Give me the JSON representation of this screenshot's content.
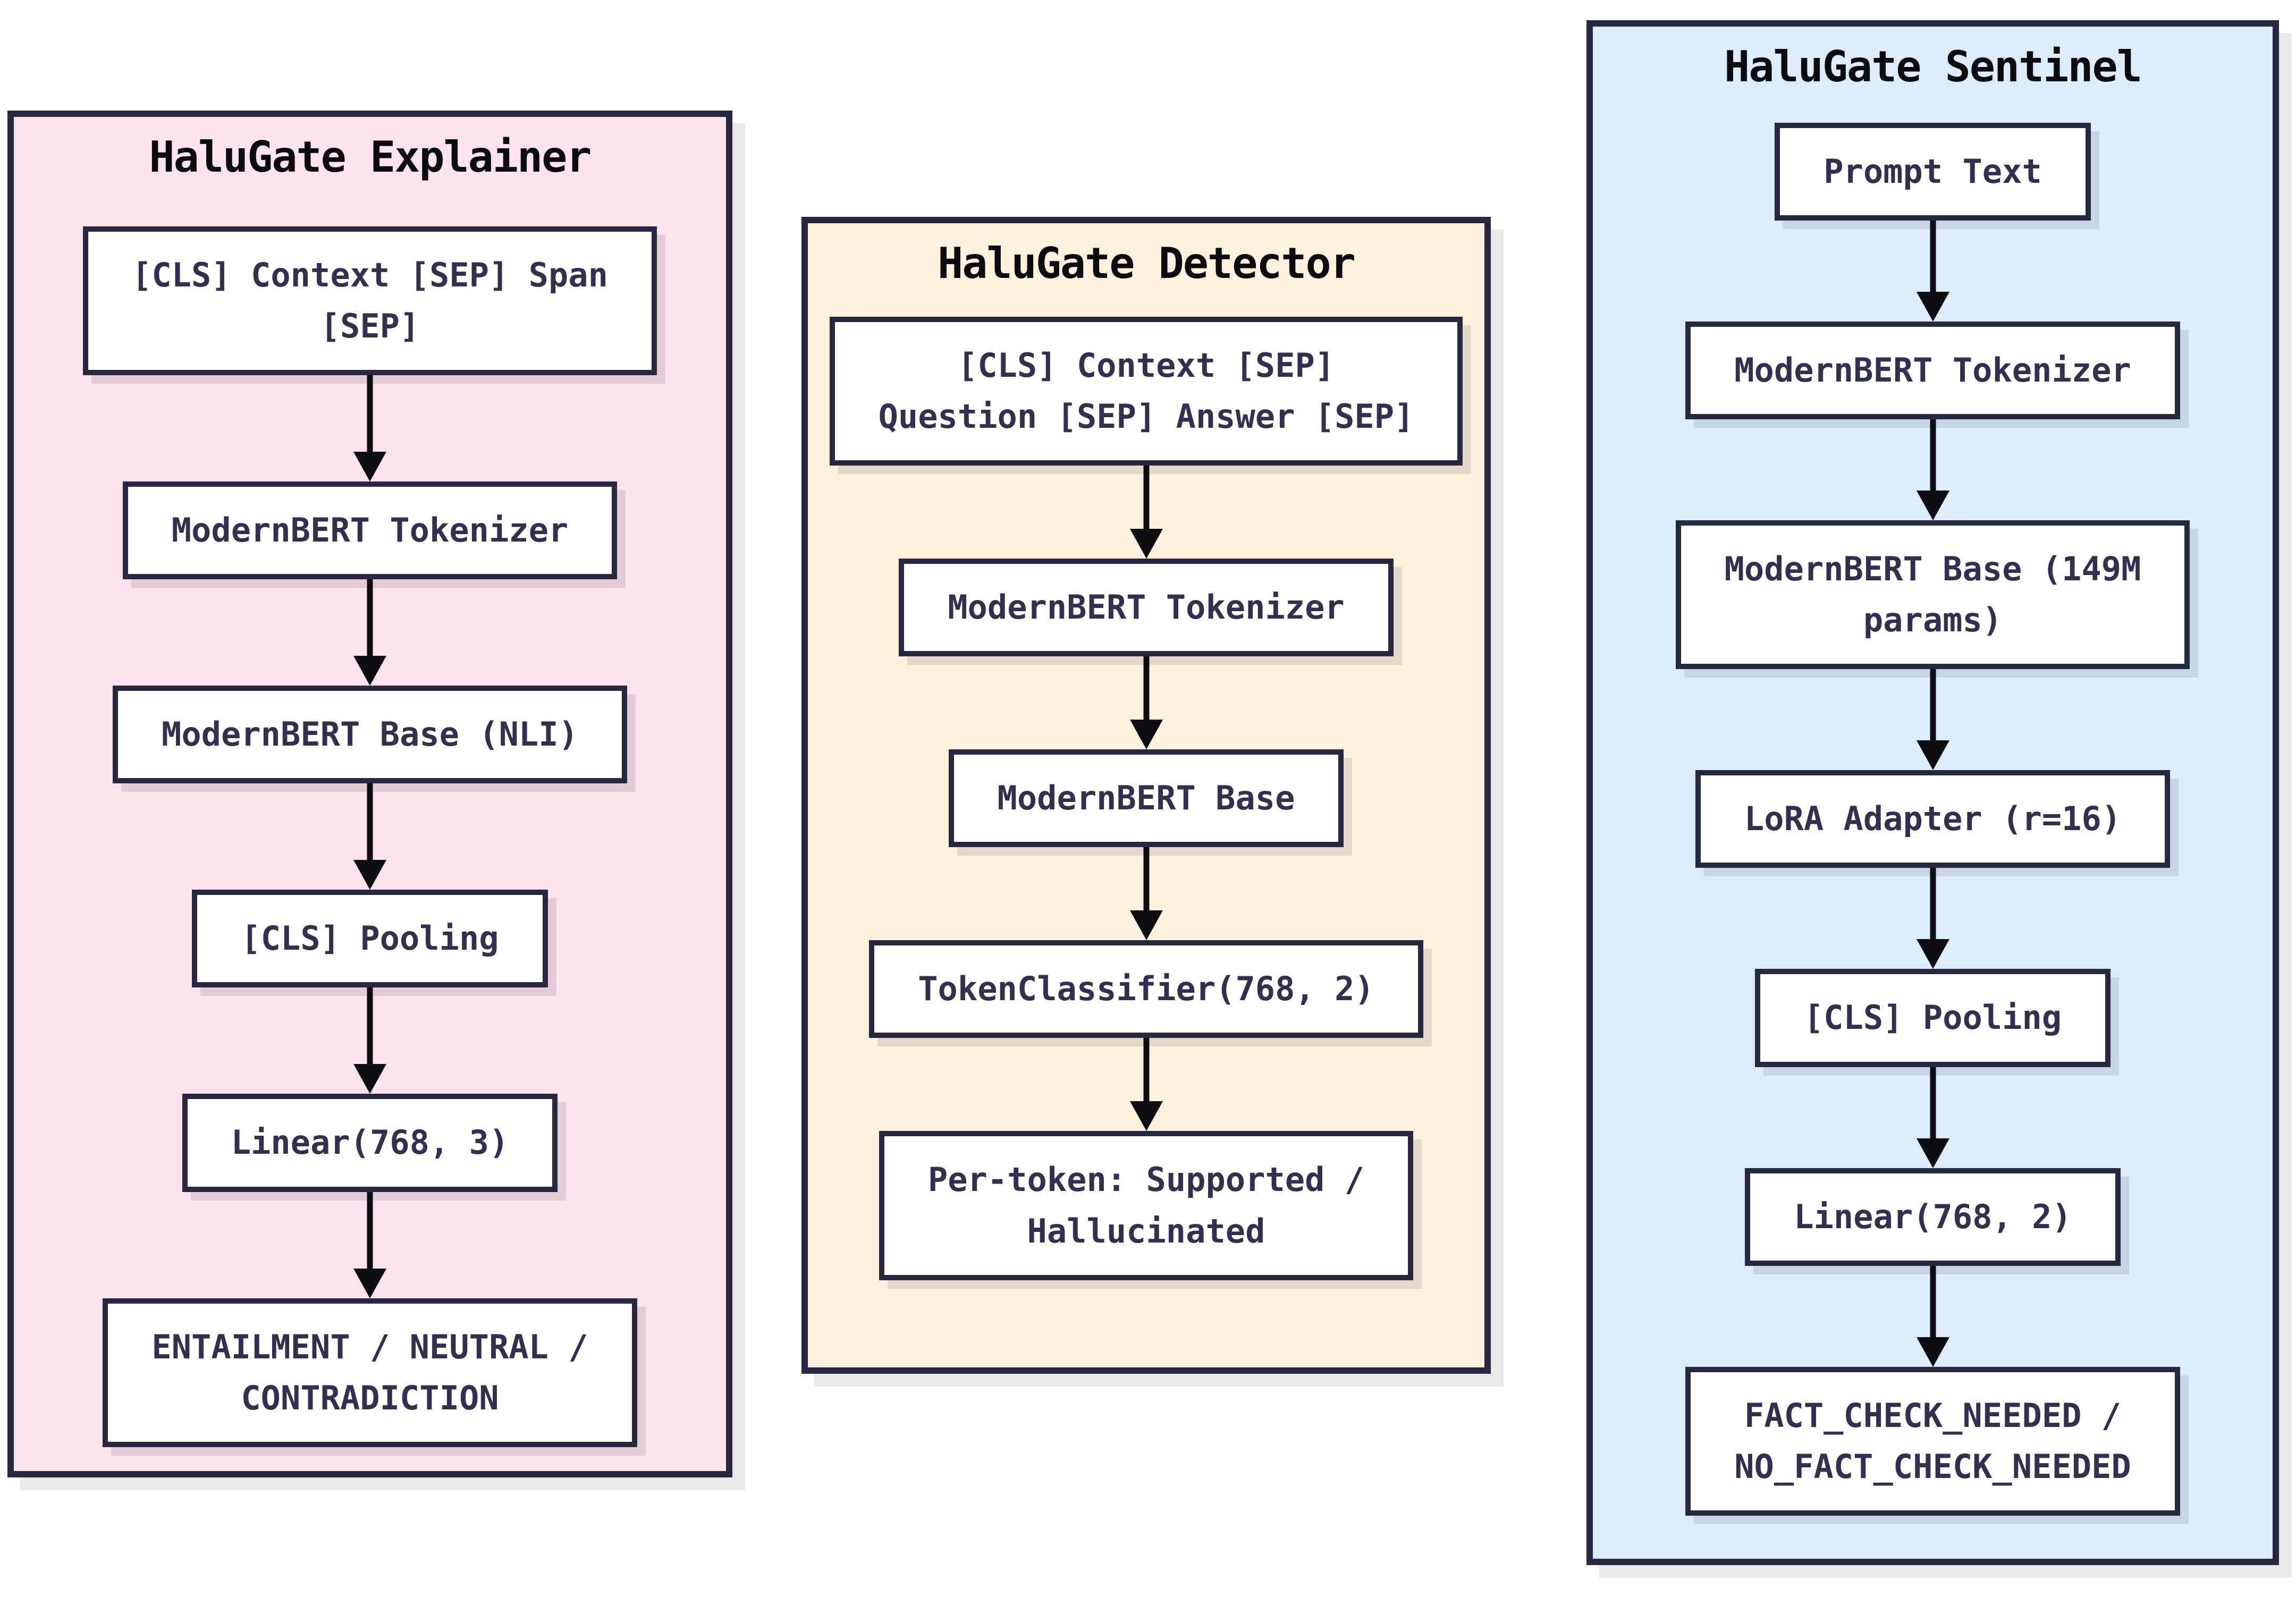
{
  "diagram": {
    "type": "flowchart",
    "colors": {
      "page_bg": "#ffffff",
      "container_border": "#27273f",
      "node_bg": "#ffffff",
      "node_text": "#31314f",
      "title_text": "#0b0b10",
      "arrow": "#0d0d12",
      "explainer_bg": "#fce3ed",
      "detector_bg": "#fdf1de",
      "sentinel_bg": "#ddecfa"
    },
    "columns": [
      {
        "id": "explainer",
        "title": "HaluGate Explainer",
        "bg": "#fce3ed",
        "nodes": [
          {
            "label": "[CLS] Context [SEP] Span\n[SEP]"
          },
          {
            "label": "ModernBERT Tokenizer"
          },
          {
            "label": "ModernBERT Base (NLI)"
          },
          {
            "label": "[CLS] Pooling"
          },
          {
            "label": "Linear(768, 3)"
          },
          {
            "label": "ENTAILMENT / NEUTRAL /\nCONTRADICTION"
          }
        ]
      },
      {
        "id": "detector",
        "title": "HaluGate Detector",
        "bg": "#fdf1de",
        "nodes": [
          {
            "label": "[CLS] Context [SEP]\nQuestion [SEP] Answer [SEP]"
          },
          {
            "label": "ModernBERT Tokenizer"
          },
          {
            "label": "ModernBERT Base"
          },
          {
            "label": "TokenClassifier(768, 2)"
          },
          {
            "label": "Per-token: Supported /\nHallucinated"
          }
        ]
      },
      {
        "id": "sentinel",
        "title": "HaluGate Sentinel",
        "bg": "#ddecfa",
        "nodes": [
          {
            "label": "Prompt Text"
          },
          {
            "label": "ModernBERT Tokenizer"
          },
          {
            "label": "ModernBERT Base (149M\nparams)"
          },
          {
            "label": "LoRA Adapter (r=16)"
          },
          {
            "label": "[CLS] Pooling"
          },
          {
            "label": "Linear(768, 2)"
          },
          {
            "label": "FACT_CHECK_NEEDED /\nNO_FACT_CHECK_NEEDED"
          }
        ]
      }
    ]
  }
}
